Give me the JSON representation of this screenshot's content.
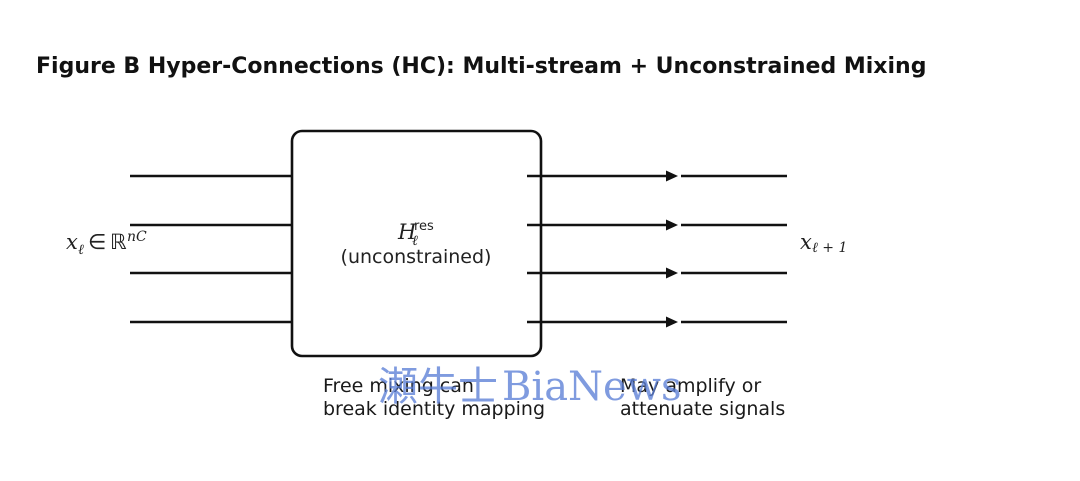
{
  "figure": {
    "title": "Figure B  Hyper-Connections (HC): Multi-stream + Unconstrained Mixing"
  },
  "input": {
    "var": "x",
    "sub": "ℓ",
    "relation": "∈",
    "space": "ℝ",
    "space_sup": "nC"
  },
  "output": {
    "var": "x",
    "sub": "ℓ + 1"
  },
  "mixing_block": {
    "symbol": "H",
    "symbol_sub": "ℓ",
    "symbol_sup": "res",
    "description": "(unconstrained)"
  },
  "stream_count": 4,
  "notes": {
    "left": [
      "Free mixing can",
      "break identity mapping"
    ],
    "right": [
      "May amplify or",
      "attenuate signals"
    ]
  },
  "watermark": {
    "cn": "瀬牛士",
    "en": "BiaNews"
  }
}
